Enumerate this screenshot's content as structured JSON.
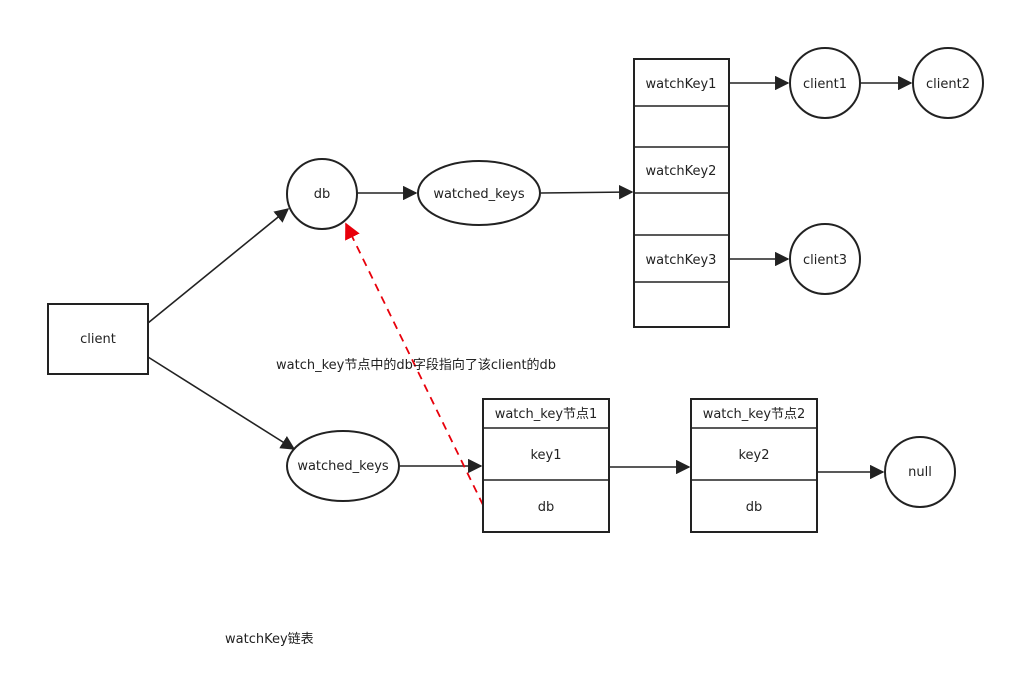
{
  "client": "client",
  "db": "db",
  "watched_keys_top": "watched_keys",
  "watched_keys_bottom": "watched_keys",
  "dict_keys": [
    "watchKey1",
    "watchKey2",
    "watchKey3"
  ],
  "clients": [
    "client1",
    "client2",
    "client3"
  ],
  "nodes": [
    {
      "title": "watch_key节点1",
      "key": "key1",
      "db": "db"
    },
    {
      "title": "watch_key节点2",
      "key": "key2",
      "db": "db"
    }
  ],
  "null_label": "null",
  "annotation": "watch_key节点中的db字段指向了该client的db",
  "caption": "watchKey链表",
  "colors": {
    "line": "#222222",
    "dashed_pointer": "#e8000b"
  }
}
